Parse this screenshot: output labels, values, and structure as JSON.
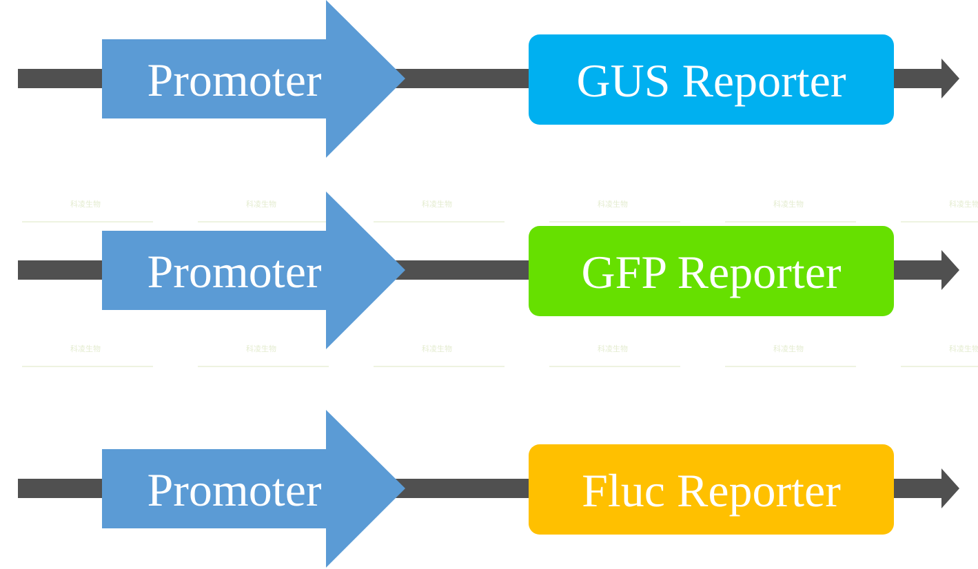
{
  "watermark": "科凌生物",
  "colors": {
    "backbone": "#505050",
    "promoter": "#5B9BD5"
  },
  "constructs": [
    {
      "promoter": "Promoter",
      "reporter": "GUS Reporter",
      "reporter_color": "#00B0F0"
    },
    {
      "promoter": "Promoter",
      "reporter": "GFP Reporter",
      "reporter_color": "#66E000"
    },
    {
      "promoter": "Promoter",
      "reporter": "Fluc Reporter",
      "reporter_color": "#FFC000"
    }
  ]
}
